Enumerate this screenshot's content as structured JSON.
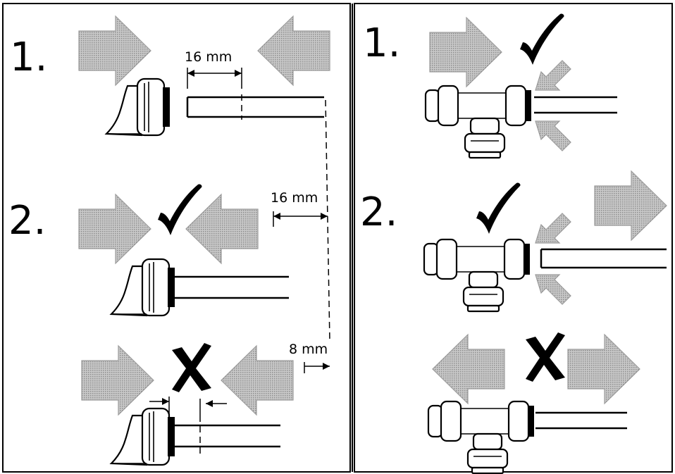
{
  "panel_left": {
    "step1_label": "1.",
    "step1_dimension": "16 mm",
    "step2_label": "2.",
    "step2_dimension_top": "16 mm",
    "step2_dimension_bottom": "8 mm"
  },
  "panel_right": {
    "step1_label": "1.",
    "step2_label": "2."
  },
  "colors": {
    "ink": "#000000",
    "arrow_fill": "#b4b4b4",
    "arrow_edge": "#9a9a9a",
    "background": "#ffffff"
  },
  "icons": [
    "push-arrow-right",
    "push-arrow-left",
    "check-mark-icon",
    "cross-mark-icon",
    "straight-connector",
    "tee-connector",
    "tube"
  ]
}
